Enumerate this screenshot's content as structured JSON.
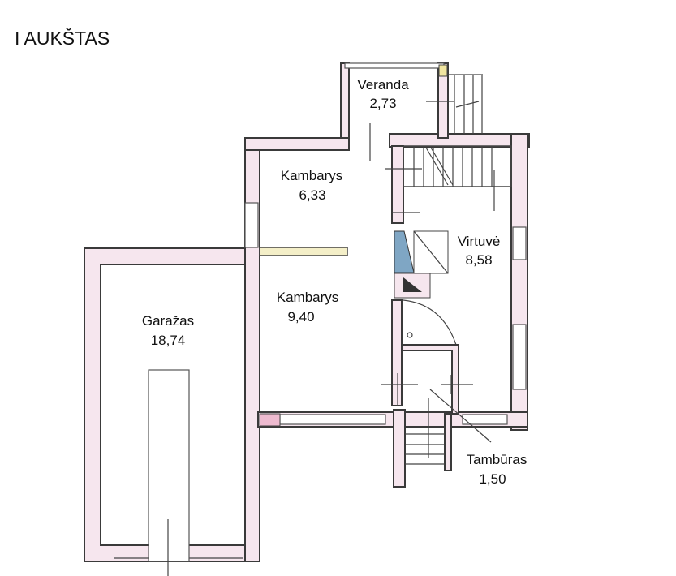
{
  "title": "I AUKŠTAS",
  "rooms": [
    {
      "name": "Veranda",
      "area": "2,73"
    },
    {
      "name": "Kambarys",
      "area": "6,33"
    },
    {
      "name": "Virtuvė",
      "area": "8,58"
    },
    {
      "name": "Kambarys",
      "area": "9,40"
    },
    {
      "name": "Garažas",
      "area": "18,74"
    },
    {
      "name": "Tambūras",
      "area": "1,50"
    }
  ],
  "colors": {
    "wall_fill": "#f6e6ee",
    "wall_stroke": "#3a3a3a",
    "stove": "#7fa6c4"
  }
}
